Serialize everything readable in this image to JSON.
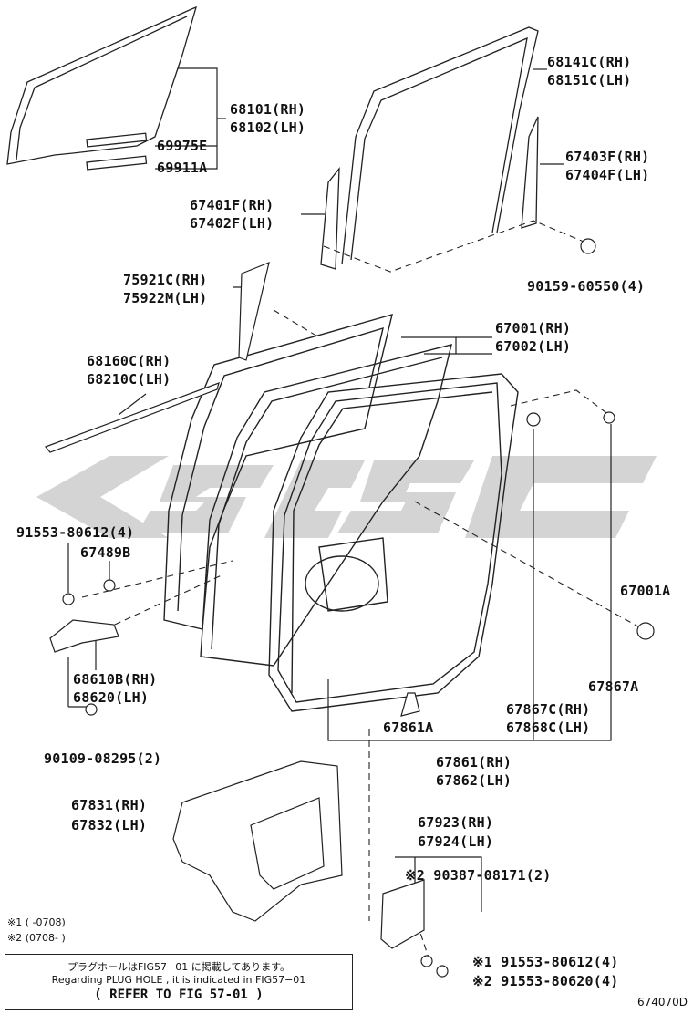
{
  "parts": {
    "p68141c": "68141C(RH)",
    "p68151c": "68151C(LH)",
    "p68101": "68101(RH)",
    "p68102": "68102(LH)",
    "p69975e": "69975E",
    "p69911a": "69911A",
    "p67403f": "67403F(RH)",
    "p67404f": "67404F(LH)",
    "p67401f": "67401F(RH)",
    "p67402f": "67402F(LH)",
    "p90159": "90159-60550(4)",
    "p75921c": "75921C(RH)",
    "p75922m": "75922M(LH)",
    "p67001": "67001(RH)",
    "p67002": "67002(LH)",
    "p68160c": "68160C(RH)",
    "p68210c": "68210C(LH)",
    "p91553_80612": "91553-80612(4)",
    "p67489b": "67489B",
    "p67001a": "67001A",
    "p68610b": "68610B(RH)",
    "p68620": "68620(LH)",
    "p67867a": "67867A",
    "p67867c": "67867C(RH)",
    "p67868c": "67868C(LH)",
    "p67861a": "67861A",
    "p90109": "90109-08295(2)",
    "p67861": "67861(RH)",
    "p67862": "67862(LH)",
    "p67831": "67831(RH)",
    "p67832": "67832(LH)",
    "p67923": "67923(RH)",
    "p67924": "67924(LH)",
    "p90387": "※2 90387-08171(2)",
    "p91553_bot1": "※1 91553-80612(4)",
    "p91553_bot2": "※2 91553-80620(4)"
  },
  "notes": {
    "range1": "※1 (      -0708)",
    "range2": "※2 (0708-      )"
  },
  "plug_box": {
    "jp": "プラグホールはFIG57−01 に掲載してあります。",
    "en": "Regarding PLUG HOLE , it is indicated in FIG57−01",
    "refer": "( REFER TO FIG 57-01 )"
  },
  "figure_id": "674070D",
  "watermark_color": "#c8c8c8"
}
